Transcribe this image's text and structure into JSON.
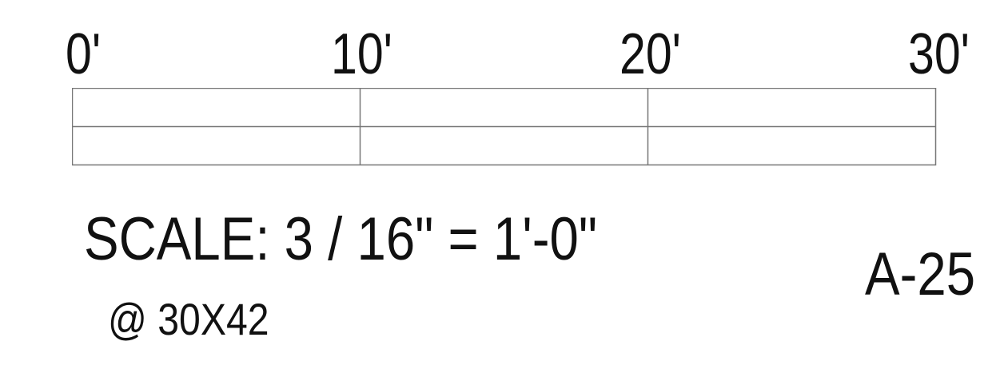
{
  "ticks": [
    "0'",
    "10'",
    "20'",
    "30'"
  ],
  "scale_label": "SCALE: 3 / 16\" = 1'-0\"",
  "sheet_size": "@  30X42",
  "sheet_number": "A-25",
  "colors": {
    "line": "#777777",
    "text": "#111111"
  }
}
